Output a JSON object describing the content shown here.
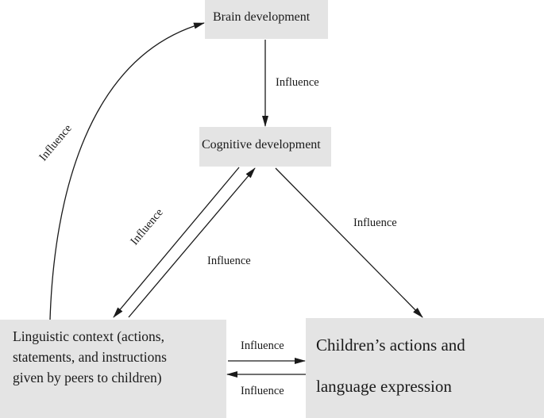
{
  "nodes": {
    "brain": {
      "label": "Brain development"
    },
    "cognitive": {
      "label": "Cognitive development"
    },
    "linguistic": {
      "label": "Linguistic context (actions,\nstatements, and instructions\ngiven by peers to children)"
    },
    "children": {
      "line1": "Children’s actions and",
      "line2": "language expression"
    }
  },
  "edges": [
    {
      "from": "brain",
      "to": "cognitive",
      "label": "Influence"
    },
    {
      "from": "linguistic",
      "to": "brain",
      "label": "Influence"
    },
    {
      "from": "cognitive",
      "to": "linguistic",
      "label": "Influence"
    },
    {
      "from": "linguistic",
      "to": "cognitive",
      "label": "Influence"
    },
    {
      "from": "cognitive",
      "to": "children",
      "label": "Influence"
    },
    {
      "from": "linguistic",
      "to": "children",
      "label": "Influence"
    },
    {
      "from": "children",
      "to": "linguistic",
      "label": "Influence"
    }
  ],
  "colors": {
    "box_fill": "#e4e4e4",
    "line": "#1a1a1a",
    "background": "#ffffff"
  }
}
